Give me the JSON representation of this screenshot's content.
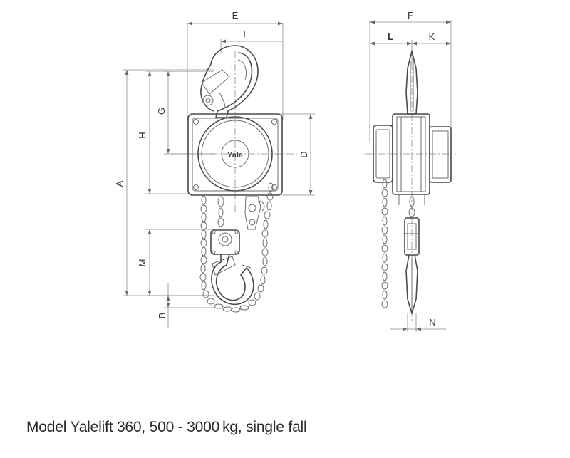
{
  "drawing": {
    "front_view": {
      "dimension_labels": {
        "E": "E",
        "I": "I",
        "A": "A",
        "H": "H",
        "G": "G",
        "D": "D",
        "M": "M",
        "B": "B"
      },
      "logo_text": "Yale"
    },
    "side_view": {
      "dimension_labels": {
        "F": "F",
        "L": "L",
        "K": "K",
        "N": "N"
      }
    }
  },
  "caption": "Model Yalelift 360, 500 - 3000 kg, single fall"
}
